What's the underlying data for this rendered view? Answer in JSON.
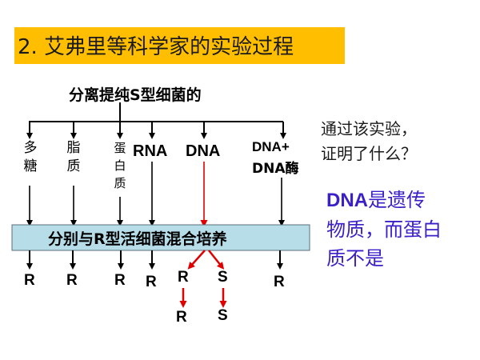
{
  "header": {
    "title": "2. 艾弗里等科学家的实验过程"
  },
  "diagram": {
    "source_label": "分离提纯S型细菌的",
    "components": [
      {
        "id": "polysaccharide",
        "label": "多糖"
      },
      {
        "id": "lipid",
        "label": "脂质"
      },
      {
        "id": "protein",
        "label": "蛋白质"
      },
      {
        "id": "rna",
        "label": "RNA"
      },
      {
        "id": "dna",
        "label": "DNA"
      },
      {
        "id": "dna_enzyme",
        "label_line1": "DNA+",
        "label_line2": "DNA酶"
      }
    ],
    "culture_label": "分别与R型活细菌混合培养",
    "results": {
      "polysaccharide": "R",
      "lipid": "R",
      "protein": "R",
      "rna": "R",
      "dna_r": "R",
      "dna_s": "S",
      "dna_r_next": "R",
      "dna_s_next": "S",
      "dna_enzyme": "R"
    },
    "colors": {
      "arrow": "#000000",
      "highlight_arrow": "#e00000",
      "culture_box": "#b7dde8",
      "title_bar": "#ffbf00",
      "answer_text": "#3a20c8"
    }
  },
  "side": {
    "question_line1": "通过该实验，",
    "question_line2": "证明了什么？",
    "answer_dna": "DNA",
    "answer_line1_rest": "是遗传",
    "answer_line2": "物质，而蛋白",
    "answer_line3": "质不是"
  }
}
